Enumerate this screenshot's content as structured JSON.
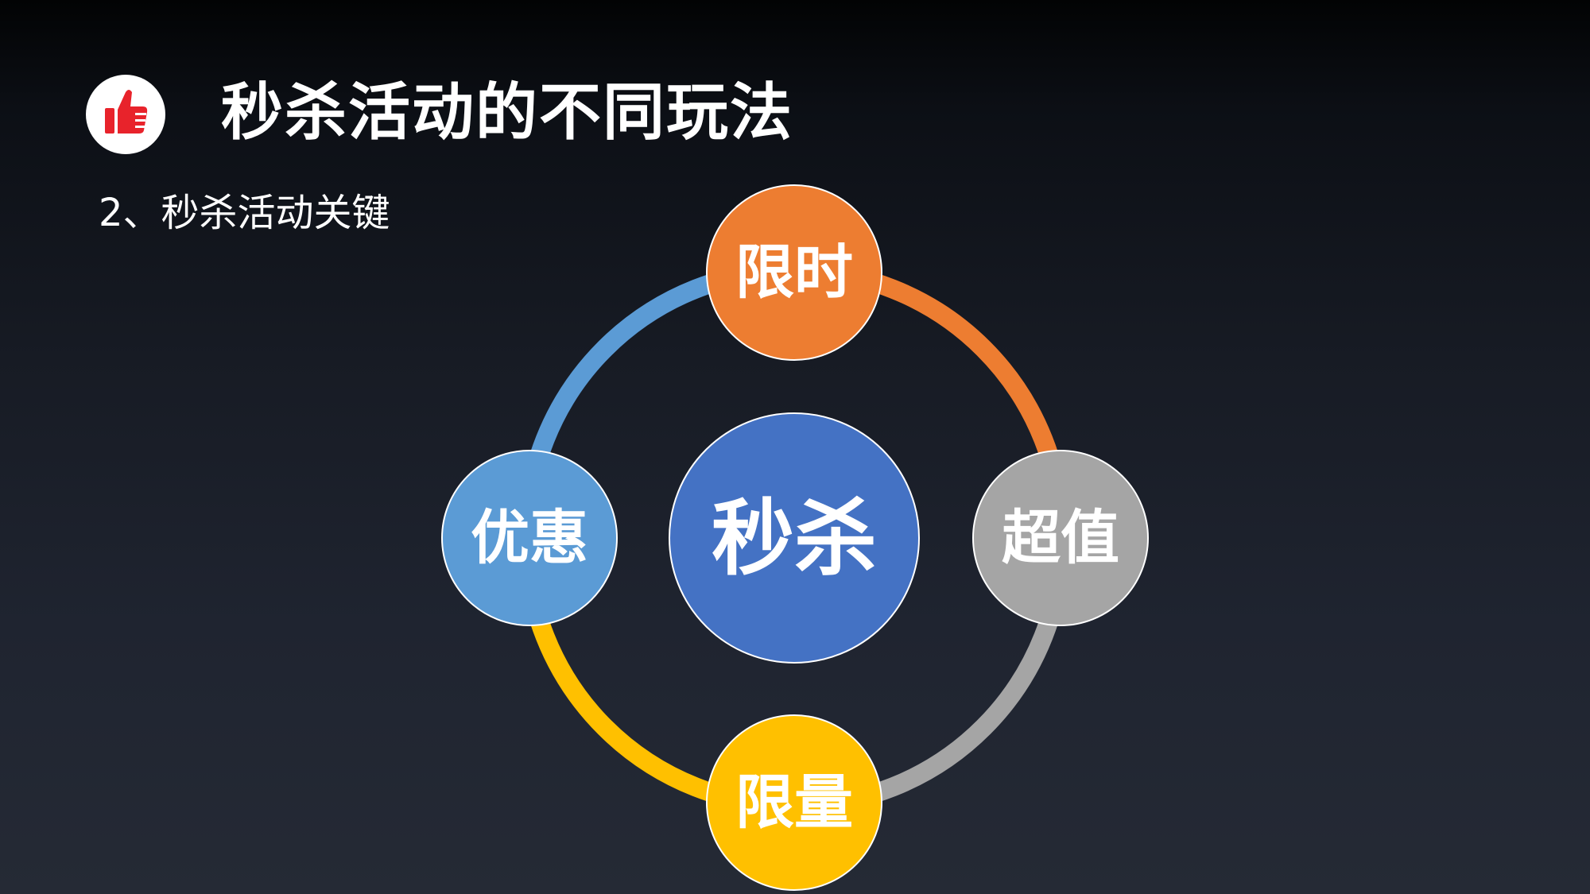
{
  "slide": {
    "title": "秒杀活动的不同玩法",
    "subtitle": "2、秒杀活动关键",
    "logo_icon": "thumbs-up-icon"
  },
  "diagram": {
    "center": {
      "label": "秒杀",
      "color": "#4472c4"
    },
    "nodes": {
      "top": {
        "label": "限时",
        "color": "#ed7d31"
      },
      "right": {
        "label": "超值",
        "color": "#a5a5a5"
      },
      "bottom": {
        "label": "限量",
        "color": "#ffc000"
      },
      "left": {
        "label": "优惠",
        "color": "#5b9bd5"
      }
    }
  },
  "colors": {
    "logo_red": "#e8232b",
    "text": "#ffffff"
  }
}
